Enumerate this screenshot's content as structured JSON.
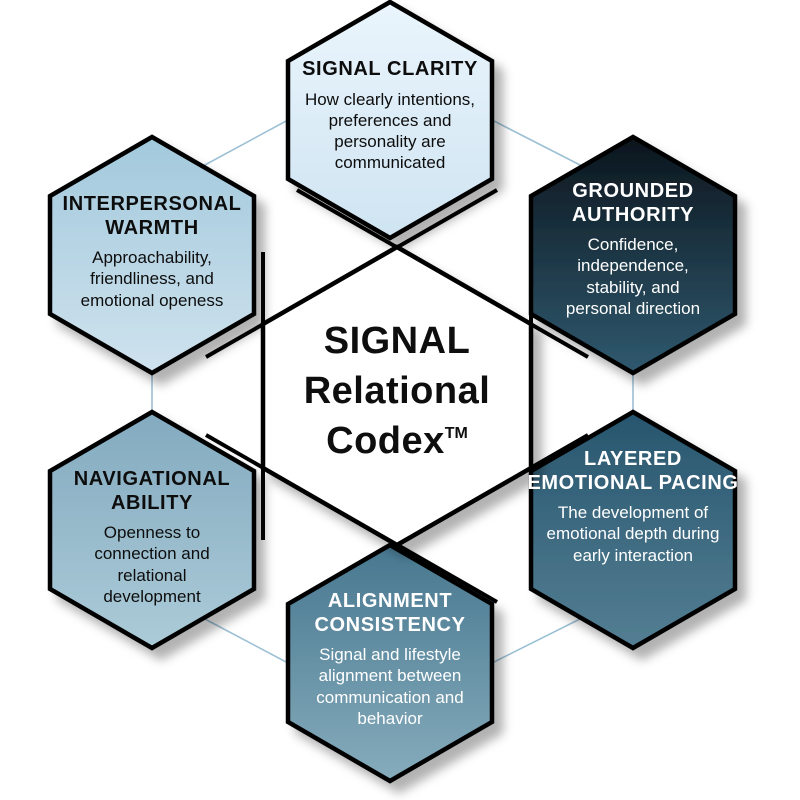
{
  "title": "SIGNAL Relational Codex hexagon diagram",
  "center": {
    "lines": [
      "SIGNAL",
      "Relational",
      "Codex"
    ],
    "trademark": "TM"
  },
  "nodes": [
    {
      "id": "signal-clarity",
      "position": "top",
      "title": "SIGNAL CLARITY",
      "description": "How clearly intentions, preferences and personality are communicated",
      "fill_top": "#eaf5fc",
      "fill_bottom": "#cfe4f2",
      "text_color": "#0d0d0d"
    },
    {
      "id": "grounded-authority",
      "position": "top-right",
      "title": "GROUNDED AUTHORITY",
      "description": "Confidence, independence, stability, and personal direction",
      "fill_top": "#0b151c",
      "fill_bottom": "#30596f",
      "text_color": "#ffffff"
    },
    {
      "id": "layered-emotional-pacing",
      "position": "bottom-right",
      "title": "LAYERED EMOTIONAL PACING",
      "description": "The development of emotional depth during early interaction",
      "fill_top": "#27566e",
      "fill_bottom": "#547e93",
      "text_color": "#ffffff"
    },
    {
      "id": "alignment-consistency",
      "position": "bottom",
      "title": "ALIGNMENT CONSISTENCY",
      "description": "Signal and lifestyle alignment between communication and behavior",
      "fill_top": "#47778f",
      "fill_bottom": "#86acbc",
      "text_color": "#ffffff"
    },
    {
      "id": "navigational-ability",
      "position": "bottom-left",
      "title": "NAVIGATIONAL ABILITY",
      "description": "Openness to connection and relational development",
      "fill_top": "#83aabf",
      "fill_bottom": "#accbd8",
      "text_color": "#0d0d0d"
    },
    {
      "id": "interpersonal-warmth",
      "position": "top-left",
      "title": "INTERPERSONAL WARMTH",
      "description": "Approachability, friendliness, and emotional openess",
      "fill_top": "#a2c9dc",
      "fill_bottom": "#cfe2ee",
      "text_color": "#0d0d0d"
    }
  ],
  "colors": {
    "connector": "#9cc0d4",
    "outline": "#000000",
    "background": "#ffffff",
    "center_fill": "#ffffff"
  }
}
